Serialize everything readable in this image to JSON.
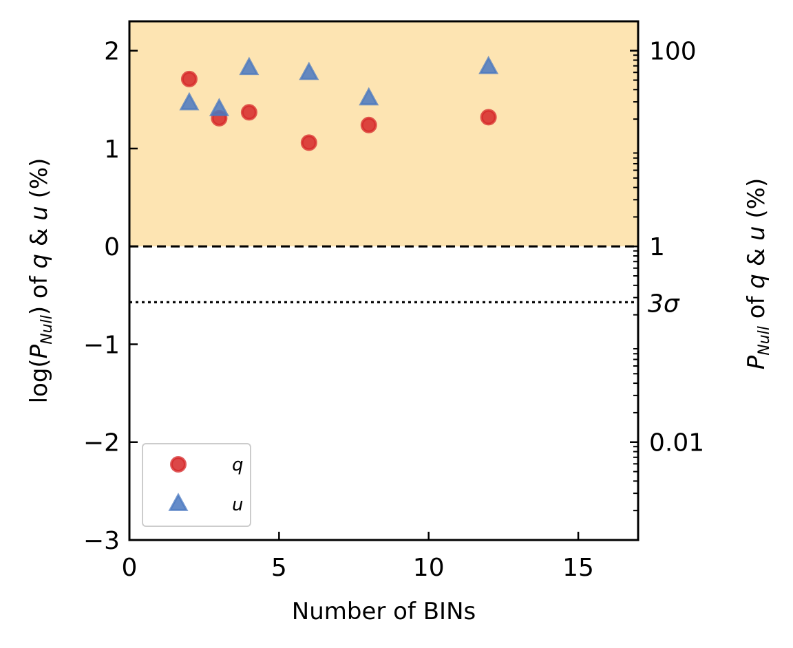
{
  "chart_data": {
    "type": "scatter",
    "xlabel": "Number of BINs",
    "ylabel": {
      "prefix": "log(",
      "sym": "P",
      "sub": "Null",
      "suffix": ") of ",
      "v1": "q",
      "amp": " & ",
      "v2": "u",
      "unit": " (%)"
    },
    "y2label": {
      "sym": "P",
      "sub": "Null",
      "mid": " of ",
      "v1": "q",
      "amp": " & ",
      "v2": "u",
      "unit": " (%)"
    },
    "xlim": [
      0,
      17
    ],
    "ylim": [
      -3,
      2.3
    ],
    "xticks": [
      0,
      5,
      10,
      15
    ],
    "yticks": [
      -3,
      -2,
      -1,
      0,
      1,
      2
    ],
    "ytick_labels": [
      "−3",
      "−2",
      "−1",
      "0",
      "1",
      "2"
    ],
    "y2ticks": [
      {
        "value": 2,
        "label": "100"
      },
      {
        "value": 0,
        "label": "1"
      },
      {
        "value": -2,
        "label": "0.01"
      }
    ],
    "y2_scale": "log",
    "shaded_region": {
      "from": 0,
      "to": 2.3,
      "color": "#fde4b2"
    },
    "reference_lines": [
      {
        "y": 0,
        "style": "dashed",
        "color": "#000000"
      },
      {
        "y": -0.57,
        "style": "dotted",
        "color": "#000000",
        "label": "3σ"
      }
    ],
    "series": [
      {
        "name": "q",
        "marker": "circle",
        "color": "#d62728",
        "x": [
          2,
          3,
          4,
          6,
          8,
          12
        ],
        "y": [
          1.71,
          1.31,
          1.37,
          1.06,
          1.24,
          1.32
        ]
      },
      {
        "name": "u",
        "marker": "triangle",
        "color": "#4a78c0",
        "x": [
          2,
          3,
          4,
          6,
          8,
          12
        ],
        "y": [
          1.46,
          1.4,
          1.82,
          1.77,
          1.51,
          1.83
        ]
      }
    ],
    "legend_position": "lower-left",
    "grid": false
  }
}
